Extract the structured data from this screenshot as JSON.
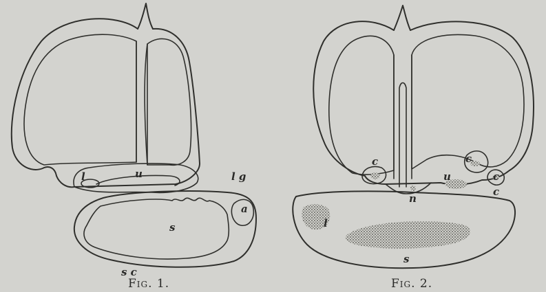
{
  "figures": [
    {
      "caption": "Fig. 1.",
      "labels": {
        "l": "l",
        "u": "u",
        "lg": "l g",
        "a": "a",
        "s": "s",
        "sc": "s c"
      }
    },
    {
      "caption": "Fig. 2.",
      "labels": {
        "c_left": "c",
        "n": "n",
        "u": "u",
        "c_canal": "c",
        "c_right_upper": "c",
        "c_right_lower": "c",
        "l": "l",
        "s": "s"
      }
    }
  ]
}
